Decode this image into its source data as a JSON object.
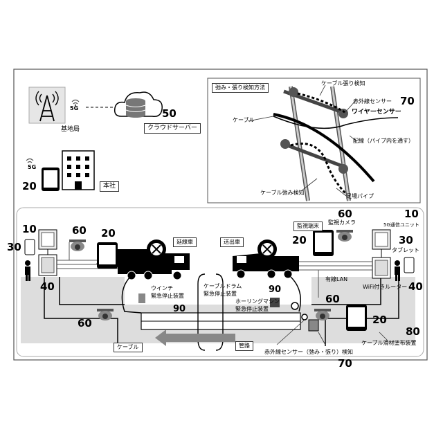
{
  "top": {
    "base_station": "基地局",
    "cloud_server": "クラウドサーバー",
    "head_office": "本社",
    "ref_50": "50",
    "ref_20": "20",
    "signal_5g_a": "5G",
    "signal_5g_b": "5G"
  },
  "inset": {
    "title": "弛み・張り検知方法",
    "tension_detect": "ケーブル張り検知",
    "ir_sensor": "赤外線センサー",
    "ref_70": "70",
    "wire_sensor": "ワイヤーセンサー",
    "cable": "ケーブル",
    "wiring": "配線（パイプ内を通す）",
    "slack_detect": "ケーブル弛み検知",
    "scaffold_pipe": "足場パイプ"
  },
  "main": {
    "ref_10_left": "10",
    "ref_60_left": "60",
    "ref_20_left": "20",
    "ref_30_left": "30",
    "ref_40_left": "40",
    "ref_60_bottom_left": "60",
    "extension_vehicle": "延線車",
    "feed_vehicle": "送出車",
    "winch_stop": "ウインチ\n緊急停止装置",
    "cable_drum_stop": "ケーブルドラム\n緊急停止装置",
    "hauling_machine_stop": "ホーリングマシン\n緊急停止装置",
    "ref_90_left": "90",
    "ref_90_right": "90",
    "monitor_terminal": "監視端末",
    "monitor_camera": "監視カメラ",
    "ref_60_top_right": "60",
    "ref_10_right": "10",
    "comm_unit": "5G通信ユニット",
    "ref_20_right_top": "20",
    "ref_30_right": "30",
    "tablet": "タブレット",
    "wired_lan": "有線LAN",
    "wifi_router": "WiFi付きルーター",
    "ref_40_right": "40",
    "ref_60_bottom_right": "60",
    "ref_20_bottom_right": "20",
    "ref_80": "80",
    "lubricant_device": "ケーブル滑材塗布装置",
    "cable_label": "ケーブル",
    "conduit": "管路",
    "ir_sensor_bottom": "赤外線センサー（弛み・張り）検知",
    "ref_70_bottom": "70"
  }
}
